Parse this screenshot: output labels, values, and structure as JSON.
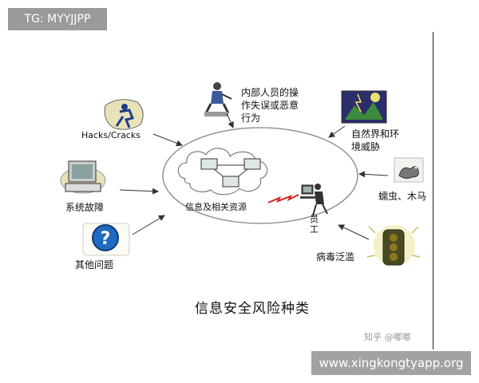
{
  "watermark_tag": "TG: MYYJJPP",
  "site_watermark": "www.xingkongtyapp.org",
  "zhihu_credit": "知乎 @嘟嘟",
  "title": "信息安全风险种类",
  "center_label": "信息及相关资源",
  "employee_label": [
    "员",
    "工"
  ],
  "threats": {
    "insider": [
      "内部人员的操",
      "作失误或恶意",
      "行为"
    ],
    "hacks": "Hacks/Cracks",
    "nature": [
      "自然界和环",
      "境威胁"
    ],
    "worms": "蠕虫、木马",
    "system_fault": "系统故障",
    "virus": "病毒泛滥",
    "other": "其他问题"
  },
  "icons": [
    "hacker-icon",
    "insider-person-icon",
    "nature-storm-icon",
    "worm-icon",
    "computer-icon",
    "question-icon",
    "traffic-light-icon",
    "network-cloud-icon",
    "employee-workstation-icon",
    "lightning-icon"
  ],
  "colors": {
    "arrow": "#333333",
    "ellipse": "#7a8a80",
    "lightning": "#d42020",
    "cloud": "#ffffff"
  }
}
